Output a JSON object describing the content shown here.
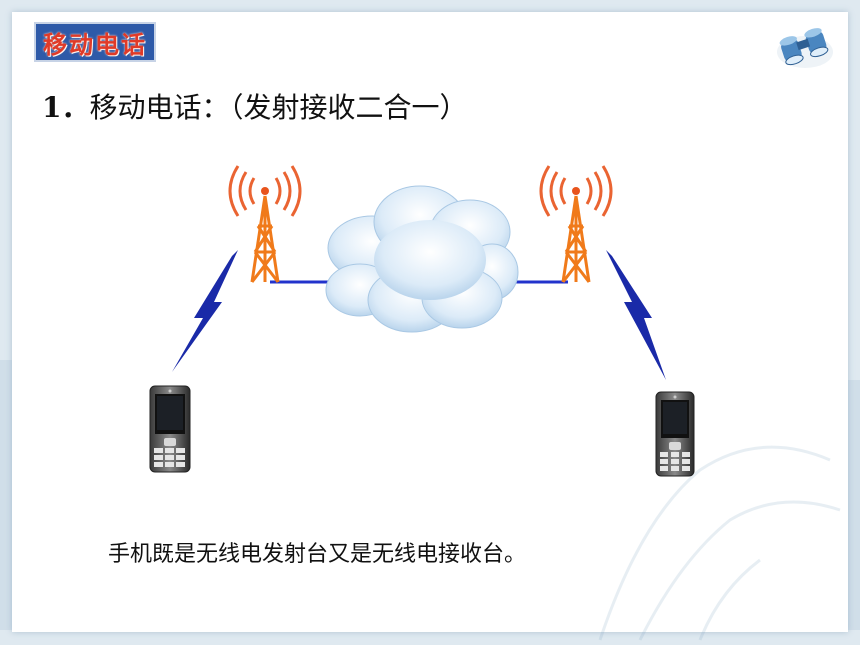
{
  "slide": {
    "badge_text": "移动电话",
    "heading_number": "1．",
    "heading_text": "移动电话：（发射接收二合一）",
    "caption": "手机既是无线电发射台又是无线电接收台。"
  },
  "icons": [
    "binoculars-icon",
    "radio-tower-icon",
    "cloud-icon",
    "lightning-signal-icon",
    "mobile-phone-icon"
  ],
  "colors": {
    "badge_bg": "#2e5aa8",
    "badge_text": "#e03a28",
    "tower": "#f07a1a",
    "signal_waves": "#e8541c",
    "link_line": "#2233cc",
    "lightning": "#1a2aa8",
    "cloud": "#cfe4f6"
  }
}
